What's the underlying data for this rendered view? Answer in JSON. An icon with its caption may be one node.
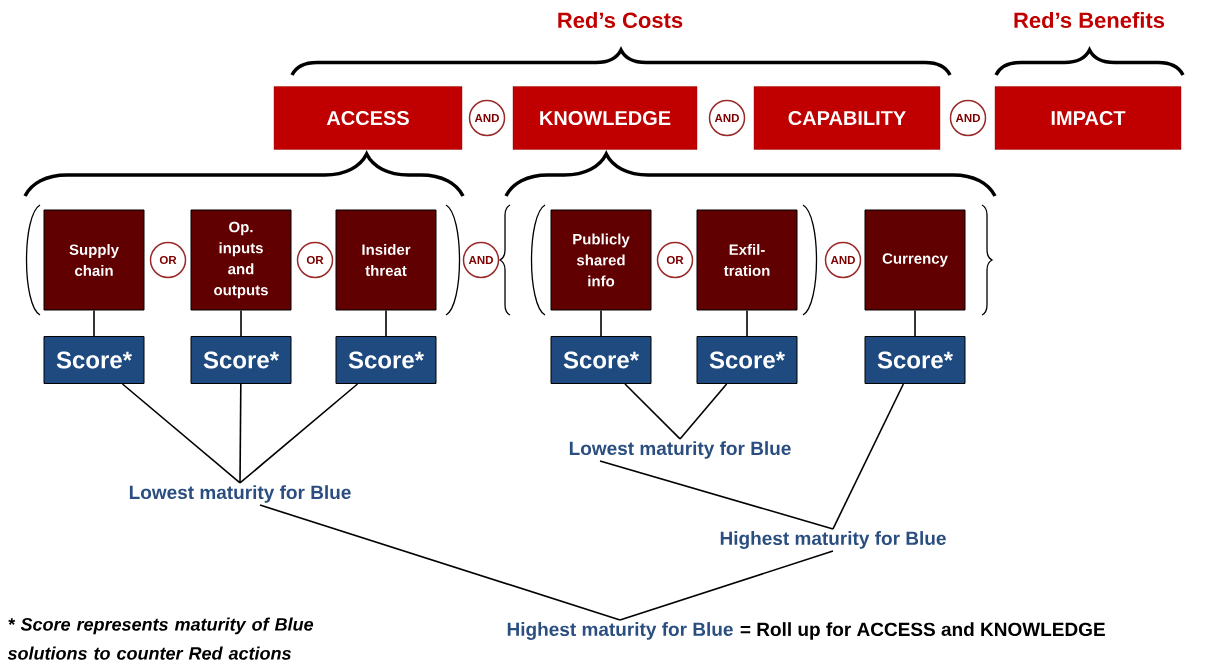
{
  "diagram": {
    "nodes": [
      {
        "text": [
          "ACCESS"
        ]
      },
      {
        "text": [
          "AND"
        ]
      },
      {
        "text": [
          "KNOWLEDGE"
        ]
      },
      {
        "text": [
          "AND"
        ]
      },
      {
        "text": [
          "CAPABILITY"
        ]
      },
      {
        "text": [
          "AND"
        ]
      },
      {
        "text": [
          "IMPACT"
        ]
      },
      {
        "text": [
          "Supply chain"
        ]
      },
      {
        "text": [
          "OR"
        ]
      },
      {
        "text": [
          "Op. inputs and outputs"
        ]
      },
      {
        "text": [
          "OR"
        ]
      },
      {
        "text": [
          "Insider threat"
        ]
      },
      {
        "text": [
          "AND"
        ]
      },
      {
        "text": [
          "Publicly shared info"
        ]
      },
      {
        "text": [
          "OR"
        ]
      },
      {
        "text": [
          "Exfil- tration"
        ]
      },
      {
        "text": [
          "AND"
        ]
      },
      {
        "text": [
          "Currency"
        ]
      },
      {
        "text": [
          "Score*"
        ]
      },
      {
        "text": [
          "Score*"
        ]
      },
      {
        "text": [
          "Score*"
        ]
      },
      {
        "text": [
          "Score*"
        ]
      },
      {
        "text": [
          "Score*"
        ]
      },
      {
        "text": [
          "Score*"
        ]
      },
      {
        "text": [
          "Lowest maturity for Blue"
        ]
      },
      {
        "text": [
          "Lowest maturity for Blue"
        ]
      },
      {
        "text": [
          "Highest maturity for Blue"
        ]
      },
      {
        "text": [
          "Highest maturity for Blue"
        ],
        "beside": [
          "= Roll up for ACCESS and KNOWLEDGE"
        ]
      }
    ],
    "edges": [
      {
        "from": 7,
        "to": 18,
        "arrow": "none"
      },
      {
        "from": 9,
        "to": 19,
        "arrow": "none"
      },
      {
        "from": 11,
        "to": 20,
        "arrow": "none"
      },
      {
        "from": 13,
        "to": 21,
        "arrow": "none"
      },
      {
        "from": 15,
        "to": 22,
        "arrow": "none"
      },
      {
        "from": 17,
        "to": 23,
        "arrow": "none"
      },
      {
        "from": 18,
        "to": 25,
        "arrow": "none"
      },
      {
        "from": 19,
        "to": 25,
        "arrow": "none"
      },
      {
        "from": 20,
        "to": 25,
        "arrow": "none"
      },
      {
        "from": 21,
        "to": 24,
        "arrow": "none"
      },
      {
        "from": 22,
        "to": 24,
        "arrow": "none"
      },
      {
        "from": 24,
        "to": 26,
        "arrow": "none"
      },
      {
        "from": 23,
        "to": 26,
        "arrow": "none"
      },
      {
        "from": 25,
        "to": 27,
        "arrow": "none"
      },
      {
        "from": 26,
        "to": 27,
        "arrow": "none"
      }
    ],
    "labels": [
      "Red’s Costs",
      "Red’s Benefits",
      "* Score represents maturity of Blue solutions to counter Red actions"
    ]
  }
}
